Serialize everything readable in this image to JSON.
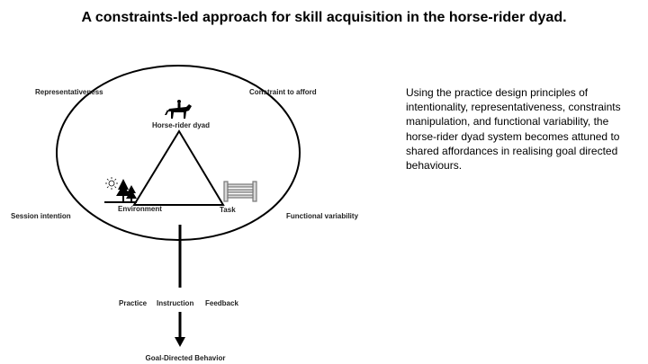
{
  "slide": {
    "title": "A constraints-led approach for skill acquisition in the horse-rider dyad."
  },
  "diagram": {
    "corner_labels": {
      "top_left": "Representativeness",
      "top_right": "Constraint to afford",
      "left": "Session intention",
      "right": "Functional variability"
    },
    "triangle": {
      "apex": "Horse-rider dyad",
      "bottom_left": "Environment",
      "bottom_right": "Task"
    },
    "process_labels": [
      "Practice",
      "Instruction",
      "Feedback"
    ],
    "outcome": "Goal-Directed Behavior",
    "icons": [
      "horse-rider-icon",
      "sun-icon",
      "trees-icon",
      "fence-icon"
    ]
  },
  "description": "Using the practice design principles of intentionality, representativeness, constraints manipulation, and functional variability, the horse-rider dyad system becomes attuned to shared affordances in realising goal directed behaviours."
}
